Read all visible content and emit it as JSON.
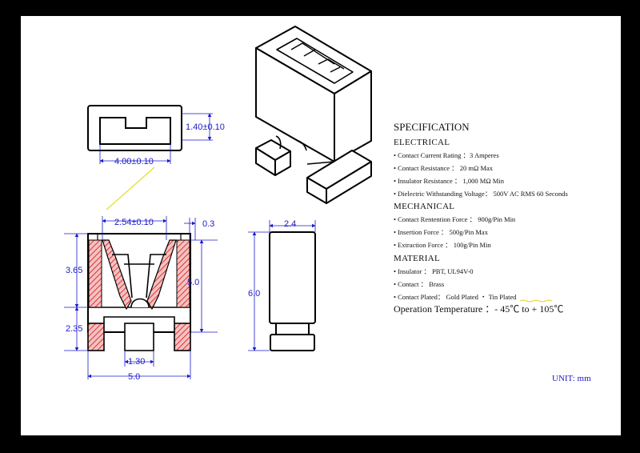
{
  "specification": {
    "title": "SPECIFICATION",
    "sections": [
      {
        "heading": "ELECTRICAL",
        "rows": [
          "• Contact Current Rating ：3 Amperes",
          "• Contact Resistance ： 20 mΩ Max",
          "• Insulator Resistance ： 1,000 MΩ Min",
          "• Dielectric Withstanding Voltage： 500V AC RMS 60 Seconds"
        ]
      },
      {
        "heading": "MECHANICAL",
        "rows": [
          "• Contact Rentention Force ： 900g/Pin Min",
          "• Insertion Force ： 500g/Pin Max",
          "• Extraction Force ： 100g/Pin Min"
        ]
      },
      {
        "heading": "MATERIAL",
        "rows": [
          "• Insulator ： PBT, UL94V-0",
          "• Contact ： Brass",
          "• Contact  Plated： Gold Plated ・ Tin Plated"
        ]
      }
    ],
    "operation": "Operation Temperature ：- 45℃ to + 105℃"
  },
  "unit_label": "UNIT: mm",
  "dimensions": {
    "top_height": "1.40±0.10",
    "top_width": "4.00±0.10",
    "pitch": "2.54±0.10",
    "wall": "0.3",
    "upper_height": "3.65",
    "lower_height": "2.35",
    "cavity_height": "5.0",
    "slot_width": "1.30",
    "overall_width": "5.0",
    "side_width": "2.4",
    "side_height": "6.0"
  },
  "colors": {
    "frame": "#000000",
    "dimension": "#1a1acc",
    "section_fill": "#e35a5a",
    "leader": "#e8e030"
  }
}
